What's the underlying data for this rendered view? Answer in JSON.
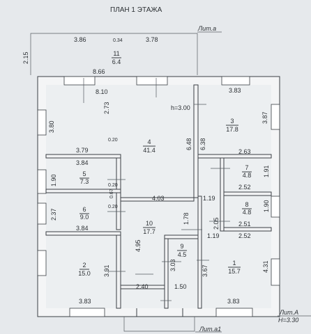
{
  "title": "ПЛАН 1 ЭТАЖА",
  "lit_a": "Лит.а",
  "lit_A": "Лит.А",
  "lit_a1": "Лит.а1",
  "height": "Н=3.30",
  "room_marker": "h=3.00",
  "rooms": [
    {
      "no": "1",
      "area": "15.7"
    },
    {
      "no": "2",
      "area": "15.0"
    },
    {
      "no": "3",
      "area": "17.8"
    },
    {
      "no": "4",
      "area": "41.4"
    },
    {
      "no": "5",
      "area": "7.3"
    },
    {
      "no": "6",
      "area": "9.0"
    },
    {
      "no": "7",
      "area": "4.8"
    },
    {
      "no": "8",
      "area": "4.8"
    },
    {
      "no": "9",
      "area": "4.5"
    },
    {
      "no": "10",
      "area": "17.7"
    },
    {
      "no": "11",
      "area": "6.4"
    }
  ],
  "dims": [
    "3.86",
    "0.34",
    "3.78",
    "2.15",
    "8.66",
    "8.10",
    "3.83",
    "3.80",
    "2.73",
    "3.87",
    "6.48",
    "6.38",
    "0.20",
    "3.79",
    "3.84",
    "2.63",
    "1.90",
    "1.91",
    "2.52",
    "0.20",
    "4.03",
    "1.19",
    "0.67",
    "0.20",
    "2.37",
    "1.78",
    "2.05",
    "1.90",
    "3.84",
    "2.51",
    "1.19",
    "2.52",
    "4.95",
    "3.91",
    "3.03",
    "3.67",
    "4.31",
    "2.40",
    "1.50",
    "3.83",
    "3.83"
  ]
}
